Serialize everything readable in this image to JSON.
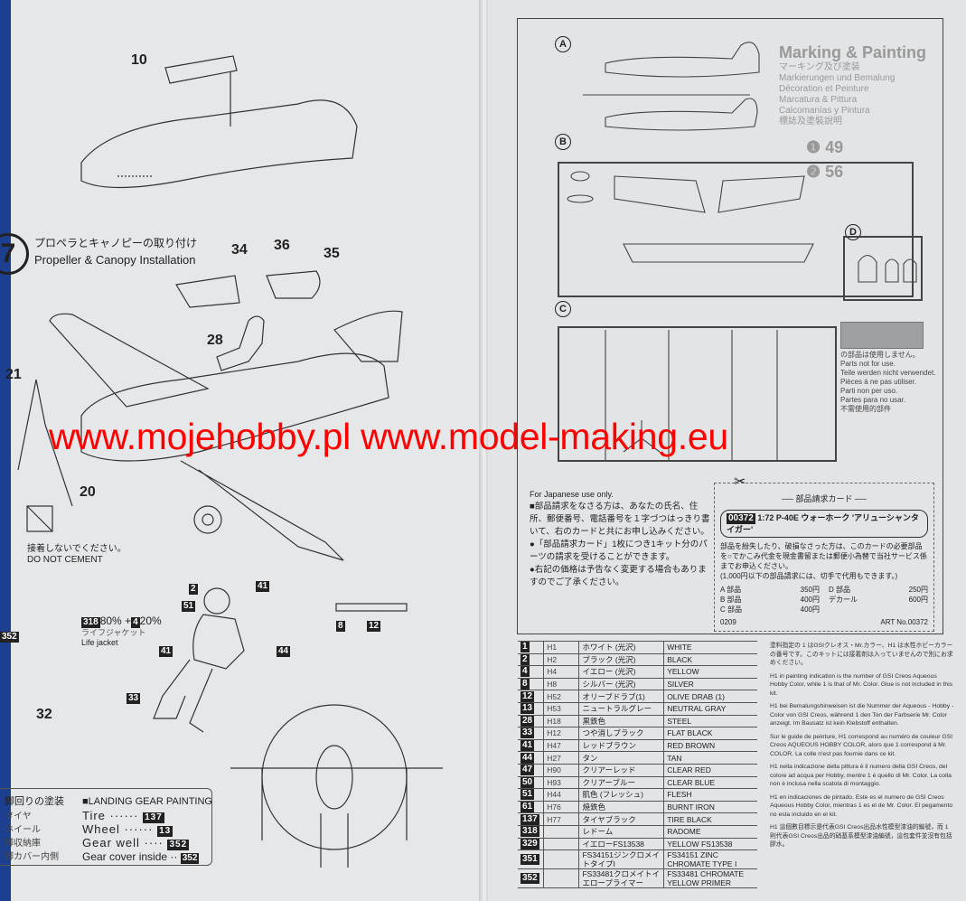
{
  "step": {
    "number": "7",
    "title_jp": "プロペラとキャノピーの取り付け",
    "title_en": "Propeller & Canopy Installation"
  },
  "part_numbers": {
    "p10": "10",
    "p34": "34",
    "p36": "36",
    "p35": "35",
    "p28": "28",
    "p21": "21",
    "p20": "20",
    "p32": "32",
    "p8": "8",
    "p12": "12"
  },
  "cement_note": {
    "jp": "接着しないでください。",
    "en": "DO NOT CEMENT"
  },
  "pilot_callouts": {
    "c2": "2",
    "c41a": "41",
    "c51": "51",
    "c41b": "41",
    "c44": "44",
    "c33": "33",
    "c352": "352"
  },
  "life_jacket": {
    "mix_a": "318",
    "pct_a": "80%",
    "plus": "+",
    "mix_b": "4",
    "pct_b": "20%",
    "jp": "ライフジャケット",
    "en": "Life jacket"
  },
  "gear_painting": {
    "title_jp": "脚回りの塗装",
    "title_en": "LANDING GEAR PAINTING",
    "rows": [
      {
        "jp": "タイヤ",
        "en": "Tire",
        "code": "137"
      },
      {
        "jp": "ホイール",
        "en": "Wheel",
        "code": "13"
      },
      {
        "jp": "脚収納庫",
        "en": "Gear well",
        "code": "352"
      },
      {
        "jp": "脚カバー内側",
        "en": "Gear cover inside",
        "code": "352"
      }
    ]
  },
  "sprue_sections": [
    "A",
    "B",
    "C",
    "D"
  ],
  "marking": {
    "title": "Marking & Painting",
    "lines": [
      "マーキング及び塗装",
      "Markierungen und Bemalung",
      "Décoration et Peinture",
      "Marcatura & Pittura",
      "Calcomanías y Pintura",
      "標誌及塗裝說明"
    ],
    "options": [
      "49",
      "56"
    ]
  },
  "not_used": [
    "の部品は使用しません。",
    "Parts not for use.",
    "Teile werden nicht verwendet.",
    "Pièces à ne pas utiliser.",
    "Parti non per uso.",
    "Partes para no usar.",
    "不需使用的部件"
  ],
  "jp_note": {
    "title": "For Japanese use only.",
    "lines": [
      "■部品請求をなさる方は、あなたの氏名、住所、郵便番号、電話番号を１字づつはっきり書いて、右のカードと共にお申し込みください。",
      "●「部品請求カード」1枚につき1キット分のパーツの請求を受けることができます。",
      "●右記の価格は予告なく変更する場合もありますのでご了承ください。"
    ]
  },
  "parts_card": {
    "title": "── 部品請求カード ──",
    "kit_code": "00372",
    "kit_name": "1:72 P-40E ウォーホーク 'アリューシャンタイガー'",
    "body": "部品を紛失したり、破損なさった方は、このカードの必要部品を○でかこみ代金を現金書留または郵便小為替で当社サービス係までお申込ください。",
    "note": "(1,000円以下の部品請求には、切手で代用もできます。)",
    "prices": [
      {
        "part": "A 部品",
        "price": "350円"
      },
      {
        "part": "D 部品",
        "price": "250円"
      },
      {
        "part": "B 部品",
        "price": "400円"
      },
      {
        "part": "デカール",
        "price": "600円"
      },
      {
        "part": "C 部品",
        "price": "400円"
      }
    ],
    "code": "0209",
    "art_no": "ART No.00372"
  },
  "paints": [
    {
      "no": "1",
      "h": "H1",
      "jp": "ホワイト (光沢)",
      "en": "WHITE"
    },
    {
      "no": "2",
      "h": "H2",
      "jp": "ブラック (光沢)",
      "en": "BLACK"
    },
    {
      "no": "4",
      "h": "H4",
      "jp": "イエロー (光沢)",
      "en": "YELLOW"
    },
    {
      "no": "8",
      "h": "H8",
      "jp": "シルバー (光沢)",
      "en": "SILVER"
    },
    {
      "no": "12",
      "h": "H52",
      "jp": "オリーブドラブ(1)",
      "en": "OLIVE DRAB (1)"
    },
    {
      "no": "13",
      "h": "H53",
      "jp": "ニュートラルグレー",
      "en": "NEUTRAL GRAY"
    },
    {
      "no": "28",
      "h": "H18",
      "jp": "黒鉄色",
      "en": "STEEL"
    },
    {
      "no": "33",
      "h": "H12",
      "jp": "つや消しブラック",
      "en": "FLAT BLACK"
    },
    {
      "no": "41",
      "h": "H47",
      "jp": "レッドブラウン",
      "en": "RED BROWN"
    },
    {
      "no": "44",
      "h": "H27",
      "jp": "タン",
      "en": "TAN"
    },
    {
      "no": "47",
      "h": "H90",
      "jp": "クリアーレッド",
      "en": "CLEAR RED"
    },
    {
      "no": "50",
      "h": "H93",
      "jp": "クリアーブルー",
      "en": "CLEAR BLUE"
    },
    {
      "no": "51",
      "h": "H44",
      "jp": "肌色 (フレッシュ)",
      "en": "FLESH"
    },
    {
      "no": "61",
      "h": "H76",
      "jp": "焼鉄色",
      "en": "BURNT IRON"
    },
    {
      "no": "137",
      "h": "H77",
      "jp": "タイヤブラック",
      "en": "TIRE BLACK"
    },
    {
      "no": "318",
      "h": "",
      "jp": "レドーム",
      "en": "RADOME"
    },
    {
      "no": "329",
      "h": "",
      "jp": "イエローFS13538",
      "en": "YELLOW FS13538"
    },
    {
      "no": "351",
      "h": "",
      "jp": "FS34151ジンクロメイトタイプI",
      "en": "FS34151 ZINC CHROMATE TYPE I"
    },
    {
      "no": "352",
      "h": "",
      "jp": "FS33481クロメイトイエロープライマー",
      "en": "FS33481 CHROMATE YELLOW PRIMER"
    }
  ],
  "notes": [
    "塗料指定の 1 はGSIクレオス・Mr.カラー、H1 は水性ホビーカラーの番号です。このキットには接着剤は入っていませんので別にお求めください。",
    "H1 in painting indication is the number of GSI Creos Aqueous Hobby Color, while 1 is that of Mr. Color. Glue is not included in this kit.",
    "H1 bei Bemalungshinweisen ist die Nummer der Aqueous - Hobby - Color von GSI Creos, während 1 den Ton der Farbserie Mr. Color anzeigt. Im Bausatz ist kein Klebstoff enthalten.",
    "Sur le guide de peinture, H1 correspond au numéro de couleur GSI Creos AQUEOUS HOBBY COLOR, alors que 1 correspond à Mr. COLOR. La colle n'est pas fournie dans ce kit.",
    "H1 nella indicazione della pittura è il numero della GSI Creos, del colore ad acqua per Hobby, mentre 1 è quello di Mr. Color. La colla non è inclusa nella scatola di montaggio.",
    "H1 en indicaciones de pintado. Este es el numero de GSI Creos Aqueous Hobby Color, mientras 1 es el de Mr. Color. El pegamento no esta incluido en el kit.",
    "H1 這個數目標示是代表GSI Creos出品水性模型漆油的編號，而 1 則代表GSI Creos出品的硝基系模型漆油編號，這包套件並沒有包括膠水。"
  ],
  "watermark": "www.mojehobby.pl www.model-making.eu",
  "colors": {
    "paper": "#e6e7e9",
    "blue_edge": "#1c3f8f",
    "watermark": "#ff0000",
    "swatch": "#9fa0a2"
  }
}
